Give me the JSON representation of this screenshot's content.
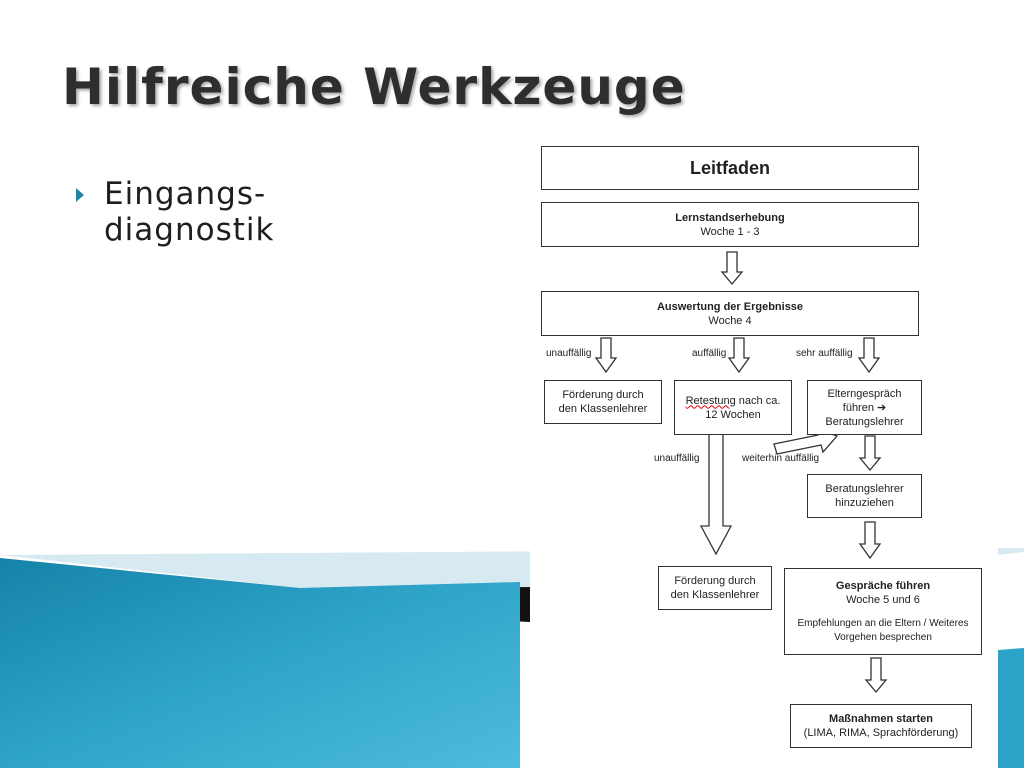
{
  "slide": {
    "title": "Hilfreiche Werkzeuge",
    "bullet": "Eingangs-\ndiagnostik"
  },
  "colors": {
    "accent": "#1f86a8",
    "teal_light": "#3fb0d4",
    "teal_dark": "#14789b"
  },
  "diagram": {
    "header": "Leitfaden",
    "lernstand": {
      "title": "Lernstandserhebung",
      "sub": "Woche 1 - 3"
    },
    "auswertung": {
      "title": "Auswertung der Ergebnisse",
      "sub": "Woche 4"
    },
    "label_unauffaellig": "unauffällig",
    "label_auffaellig": "auffällig",
    "label_sehr_auffaellig": "sehr auffällig",
    "foerderung1": "Förderung durch\nden Klassenlehrer",
    "retestung_word": "Retestung",
    "retestung_rest": " nach ca.\n12 Wochen",
    "elterngespraech": "Elterngespräch\nführen ➔\nBeratungslehrer",
    "label_unauffaellig2": "unauffällig",
    "label_weiterhin": "weiterhin auffällig",
    "beratung": "Beratungslehrer\nhinzuziehen",
    "foerderung2": "Förderung durch\nden Klassenlehrer",
    "gespraeche": {
      "title": "Gespräche führen",
      "sub": "Woche 5 und 6",
      "detail": "Empfehlungen an die Eltern / Weiteres\nVorgehen besprechen"
    },
    "massnahmen": {
      "title": "Maßnahmen starten",
      "sub": "(LIMA, RIMA, Sprachförderung)"
    }
  }
}
